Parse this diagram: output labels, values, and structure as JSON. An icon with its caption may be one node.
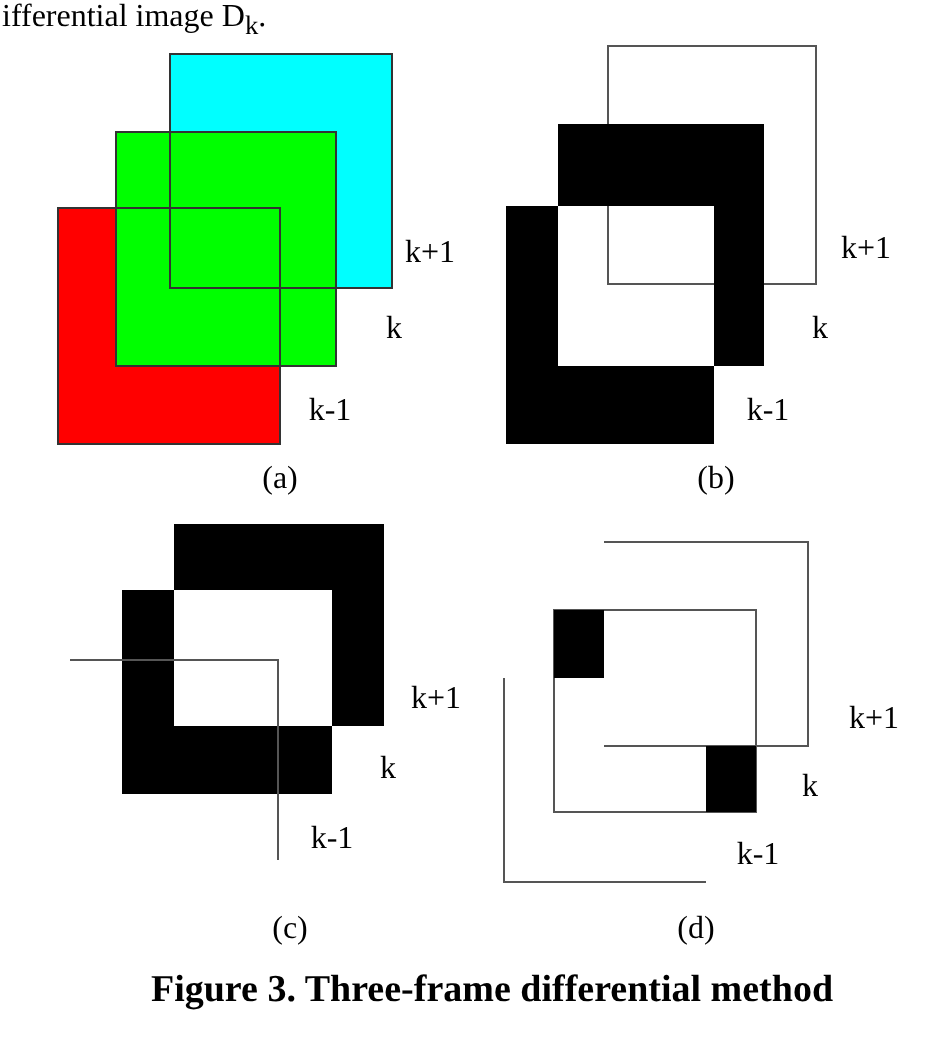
{
  "diagram": {
    "caption": "Figure 3. Three-frame differential method",
    "labels": [
      "ifferential image D$_{k}$.",
      "k+1",
      "k",
      "k-1",
      "(a)",
      "k+1",
      "k",
      "k-1",
      "(b)",
      "k+1",
      "k",
      "k-1",
      "(c)",
      "k+1",
      "k",
      "k-1",
      "(d)"
    ]
  }
}
